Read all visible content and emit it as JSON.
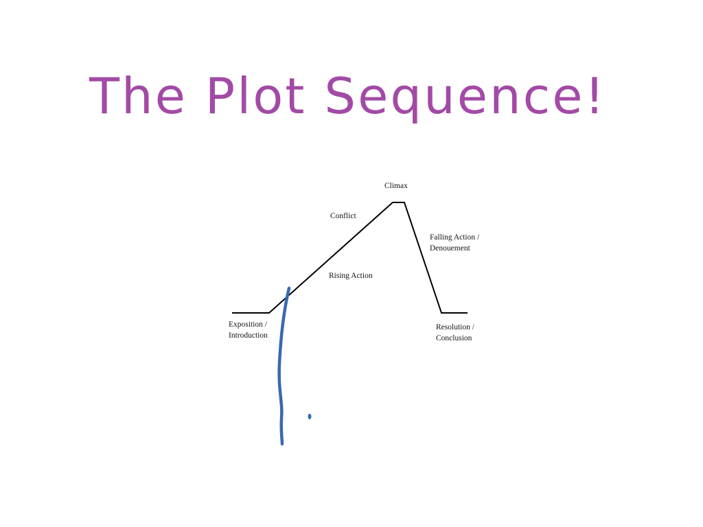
{
  "title": "The Plot Sequence!",
  "colors": {
    "title_ink": "#a24aa6",
    "annotation_ink": "#3a68b0",
    "diagram_line": "#000000"
  },
  "diagram": {
    "labels": {
      "climax": "Climax",
      "conflict": "Conflict",
      "rising_action": "Rising Action",
      "falling_action_1": "Falling Action /",
      "falling_action_2": "Denouement",
      "exposition_1": "Exposition /",
      "exposition_2": "Introduction",
      "resolution_1": "Resolution /",
      "resolution_2": "Conclusion"
    }
  }
}
